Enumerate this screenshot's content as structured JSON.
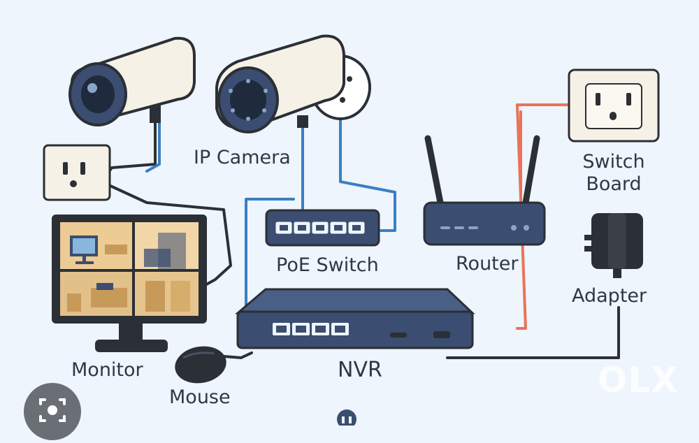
{
  "diagram": {
    "labels": {
      "ip_camera": "IP Camera",
      "switch_board": "Switch Board",
      "poe_switch": "PoE Switch",
      "router": "Router",
      "adapter": "Adapter",
      "monitor": "Monitor",
      "nvr": "NVR",
      "mouse": "Mouse"
    },
    "colors": {
      "background": "#eef5fc",
      "device_navy": "#3b4d70",
      "ethernet_blue": "#3a7fc4",
      "power_black": "#2b2f36",
      "router_cable_orange": "#e8735a",
      "camera_body": "#f6f1e6"
    }
  },
  "overlay": {
    "watermark": "OLX",
    "lens_button_icon": "image-search-icon"
  }
}
